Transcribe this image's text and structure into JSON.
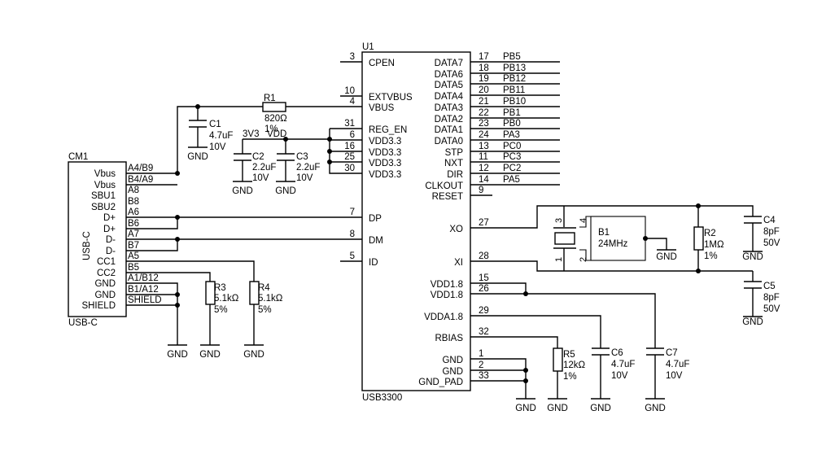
{
  "u1": {
    "ref": "U1",
    "part": "USB3300",
    "left_pins": [
      {
        "num": "3",
        "name": "CPEN"
      },
      {
        "num": "10",
        "name": "EXTVBUS"
      },
      {
        "num": "4",
        "name": "VBUS"
      },
      {
        "num": "31",
        "name": "REG_EN"
      },
      {
        "num": "6",
        "name": "VDD3.3"
      },
      {
        "num": "16",
        "name": "VDD3.3"
      },
      {
        "num": "25",
        "name": "VDD3.3"
      },
      {
        "num": "30",
        "name": "VDD3.3"
      },
      {
        "num": "7",
        "name": "DP"
      },
      {
        "num": "8",
        "name": "DM"
      },
      {
        "num": "5",
        "name": "ID"
      }
    ],
    "right_pins": [
      {
        "num": "17",
        "name": "DATA7",
        "net": "PB5"
      },
      {
        "num": "18",
        "name": "DATA6",
        "net": "PB13"
      },
      {
        "num": "19",
        "name": "DATA5",
        "net": "PB12"
      },
      {
        "num": "20",
        "name": "DATA4",
        "net": "PB11"
      },
      {
        "num": "21",
        "name": "DATA3",
        "net": "PB10"
      },
      {
        "num": "22",
        "name": "DATA2",
        "net": "PB1"
      },
      {
        "num": "23",
        "name": "DATA1",
        "net": "PB0"
      },
      {
        "num": "24",
        "name": "DATA0",
        "net": "PA3"
      },
      {
        "num": "13",
        "name": "STP",
        "net": "PC0"
      },
      {
        "num": "11",
        "name": "NXT",
        "net": "PC3"
      },
      {
        "num": "12",
        "name": "DIR",
        "net": "PC2"
      },
      {
        "num": "14",
        "name": "CLKOUT",
        "net": "PA5"
      },
      {
        "num": "9",
        "name": "RESET",
        "net": ""
      },
      {
        "num": "27",
        "name": "XO",
        "net": ""
      },
      {
        "num": "28",
        "name": "XI",
        "net": ""
      },
      {
        "num": "15",
        "name": "VDD1.8",
        "net": ""
      },
      {
        "num": "26",
        "name": "VDD1.8",
        "net": ""
      },
      {
        "num": "29",
        "name": "VDDA1.8",
        "net": ""
      },
      {
        "num": "32",
        "name": "RBIAS",
        "net": ""
      },
      {
        "num": "1",
        "name": "GND",
        "net": ""
      },
      {
        "num": "2",
        "name": "GND",
        "net": ""
      },
      {
        "num": "33",
        "name": "GND_PAD",
        "net": ""
      }
    ]
  },
  "cm1": {
    "ref": "CM1",
    "part": "USB-C",
    "body_label": "USB-C",
    "pins": [
      {
        "name": "Vbus",
        "pad": "A4/B9"
      },
      {
        "name": "Vbus",
        "pad": "B4/A9"
      },
      {
        "name": "SBU1",
        "pad": "A8"
      },
      {
        "name": "SBU2",
        "pad": "B8"
      },
      {
        "name": "D+",
        "pad": "A6"
      },
      {
        "name": "D+",
        "pad": "B6"
      },
      {
        "name": "D-",
        "pad": "A7"
      },
      {
        "name": "D-",
        "pad": "B7"
      },
      {
        "name": "CC1",
        "pad": "A5"
      },
      {
        "name": "CC2",
        "pad": "B5"
      },
      {
        "name": "GND",
        "pad": "A1/B12"
      },
      {
        "name": "GND",
        "pad": "B1/A12"
      },
      {
        "name": "SHIELD",
        "pad": "SHIELD"
      }
    ]
  },
  "components": {
    "r1": {
      "ref": "R1",
      "value": "820Ω",
      "tol": "1%"
    },
    "c1": {
      "ref": "C1",
      "value": "4.7uF",
      "volt": "10V"
    },
    "c2": {
      "ref": "C2",
      "value": "2.2uF",
      "volt": "10V"
    },
    "c3": {
      "ref": "C3",
      "value": "2.2uF",
      "volt": "10V"
    },
    "r3": {
      "ref": "R3",
      "value": "5.1kΩ",
      "tol": "5%"
    },
    "r4": {
      "ref": "R4",
      "value": "5.1kΩ",
      "tol": "5%"
    },
    "b1": {
      "ref": "B1",
      "value": "24MHz",
      "pin1": "1",
      "pin2": "2",
      "pin3": "3",
      "pin4": "4"
    },
    "r2": {
      "ref": "R2",
      "value": "1MΩ",
      "tol": "1%"
    },
    "c4": {
      "ref": "C4",
      "value": "8pF",
      "volt": "50V"
    },
    "c5": {
      "ref": "C5",
      "value": "8pF",
      "volt": "50V"
    },
    "r5": {
      "ref": "R5",
      "value": "12kΩ",
      "tol": "1%"
    },
    "c6": {
      "ref": "C6",
      "value": "4.7uF",
      "volt": "10V"
    },
    "c7": {
      "ref": "C7",
      "value": "4.7uF",
      "volt": "10V"
    }
  },
  "nets": {
    "v3v3": "3V3",
    "vdd": "VDD",
    "gnd": "GND"
  }
}
